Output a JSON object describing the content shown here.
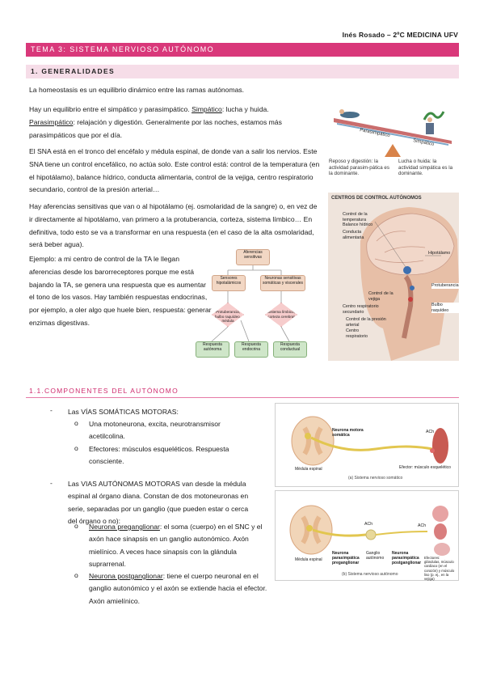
{
  "header": {
    "author": "Inés Rosado – 2ºC MEDICINA UFV"
  },
  "title": "TEMA 3: SISTEMA NERVIOSO AUTÓNOMO",
  "section1": {
    "heading": "1. GENERALIDADES",
    "p1": "La homeostasis es un equilibrio dinámico entre las ramas autónomas.",
    "p2_pre": "Hay un equilibrio entre el simpático y parasimpático. ",
    "p2_simp": "Simpático",
    "p2_mid": ": lucha y huida. ",
    "p2_para": "Parasimpático",
    "p2_post": ": relajación y digestión. Generalmente por las noches, estamos más parasimpáticos que por el día.",
    "p3": "El SNA está en el tronco del encéfalo y médula espinal, de donde van a salir los nervios. Este SNA tiene un control encefálico, no actúa solo. Este control está: control de la temperatura (en el hipotálamo), balance hídrico, conducta alimentaria, control de la vejiga, centro respiratorio secundario, control de la presión arterial…",
    "p4": "Hay aferencias sensitivas que van o al hipotálamo (ej. osmolaridad de la sangre) o, en vez de ir directamente al hipotálamo, van primero a la protuberancia, corteza, sistema límbico… En definitiva, todo esto se va a transformar en una respuesta (en el caso de la alta osmolaridad, será beber agua).",
    "p5": "Ejemplo: a mi centro de control de la TA le llegan aferencias desde los barorreceptores porque me está bajando la TA, se genera una respuesta que es aumentar el tono de los vasos. Hay también respuestas endocrinas, por ejemplo, a oler algo que huele bien, respuesta: generar enzimas digestivas."
  },
  "fig_balance": {
    "para_label": "Parasimpático",
    "simp_label": "Simpático",
    "caption_left": "Reposo y digestión: la actividad parasim-pática es la dominante.",
    "caption_right": "Lucha o huida: la actividad simpática es la dominante."
  },
  "fig_brain": {
    "title": "CENTROS DE CONTROL AUTÓNOMOS",
    "labels": [
      "Control de la temperatura",
      "Balance hídrico",
      "Conducta alimentaria",
      "Hipotálamo",
      "Control de la vejiga",
      "Centro respiratorio secundario",
      "Control de la presión arterial",
      "Centro respiratorio",
      "Protuberancia",
      "Bulbo raquídeo"
    ]
  },
  "fig_flow": {
    "n1": "Aferencias sensitivas",
    "n2": "Sensores hipotalámicos",
    "n3": "Neuronas sensitivas somáticas y viscerales",
    "n4": "Protuberancia, bulbo raquídeo, médula",
    "n5": "Sistema límbico, corteza cerebral",
    "n6": "Respuesta autónoma",
    "n7": "Respuesta endocrina",
    "n8": "Respuesta conductual"
  },
  "section11": {
    "heading": "1.1.COMPONENTES DEL AUTÓNOMO",
    "item1": "Las VÍAS SOMÁTICAS MOTORAS:",
    "item1_sub1": "Una motoneurona, excita, neurotransmisor acetilcolina.",
    "item1_sub2": "Efectores: músculos esqueléticos. Respuesta consciente.",
    "item2": "Las VIAS AUTÓNOMAS MOTORAS van desde la médula espinal al órgano diana. Constan de dos motoneuronas en serie, separadas por un ganglio (que pueden estar o cerca del órgano o no):",
    "item2_sub1_u": "Neurona preganglionar",
    "item2_sub1": ": el soma (cuerpo) en el SNC y el axón hace sinapsis en un ganglio autonómico. Axón mielínico. A veces hace sinapsis con la glándula suprarrenal.",
    "item2_sub2_u": "Neurona postganglionar",
    "item2_sub2": ": tiene el cuerpo neuronal en el ganglio autonómico y el axón se extiende hacia el efector. Axón amielínico.",
    "dash": "-",
    "circle": "o"
  },
  "fig_somatic": {
    "neuron_label": "Neurona motora somática",
    "ach": "ACh",
    "spinal": "Médula espinal",
    "effector": "Efector: músculo esquelético",
    "caption": "(a) Sistema nervioso somático"
  },
  "fig_auto": {
    "ach1": "ACh",
    "ach2": "ACh",
    "spinal": "Médula espinal",
    "pre": "Neurona parasimpática preganglionar",
    "ganglion": "Ganglio autónomo",
    "post": "Neurona parasimpática postganglionar",
    "effectors": "Efectores: glándulas, músculo cardiaco (en el corazón) y músculo liso (p. ej., en la vejiga)",
    "caption": "(b) Sistema nervioso autónomo"
  }
}
